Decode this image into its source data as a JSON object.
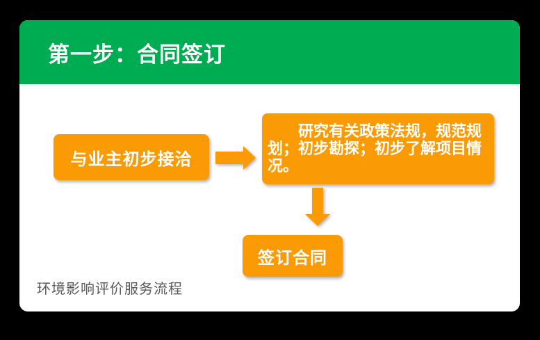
{
  "slide": {
    "header": {
      "title": "第一步：合同签订"
    },
    "flow": {
      "box1": {
        "label": "与业主初步接洽"
      },
      "box2": {
        "label": "研究有关政策法规，规范规划；初步勘探；初步了解项目情况。"
      },
      "box3": {
        "label": "签订合同"
      },
      "connectors": [
        {
          "icon": "arrow-right-icon",
          "from": "box1",
          "to": "box2"
        },
        {
          "icon": "arrow-down-icon",
          "from": "box2",
          "to": "box3"
        }
      ]
    },
    "footer": {
      "caption": "环境影响评价服务流程"
    }
  },
  "colors": {
    "background": "#000000",
    "card": "#FFFFFF",
    "header_green": "#00AC51",
    "box_orange": "#FA9B05",
    "box_text": "#FFFFFF",
    "footer_text": "#595959"
  }
}
